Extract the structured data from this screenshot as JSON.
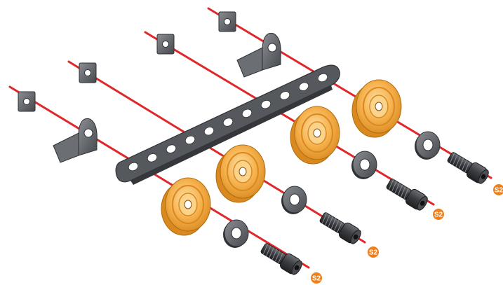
{
  "diagram": {
    "type": "exploded-assembly",
    "colors": {
      "axis_line": "#e0282a",
      "metal_part": "#5a5d62",
      "metal_dark": "#2e3033",
      "pulley_body": "#f3a43a",
      "pulley_light": "#fbd38b",
      "pulley_groove": "#d9891f",
      "badge": "#f07f1a",
      "badge_text": "#ffffff"
    },
    "assemblies": [
      {
        "id": "axle-1",
        "parts": [
          "square-nut",
          "angle-bracket",
          "perforated-strip",
          "pulley-wheel",
          "washer",
          "socket-screw"
        ],
        "screw_label": "S2"
      },
      {
        "id": "axle-2",
        "parts": [
          "square-nut",
          "perforated-strip",
          "pulley-wheel",
          "washer",
          "socket-screw"
        ],
        "screw_label": "S2"
      },
      {
        "id": "axle-3",
        "parts": [
          "square-nut",
          "perforated-strip",
          "pulley-wheel",
          "washer",
          "socket-screw"
        ],
        "screw_label": "S2"
      },
      {
        "id": "axle-4",
        "parts": [
          "square-nut",
          "angle-bracket",
          "perforated-strip",
          "pulley-wheel",
          "washer",
          "socket-screw"
        ],
        "screw_label": "S2"
      }
    ],
    "icons": {
      "nut": "square-nut-icon",
      "bracket": "angle-bracket-icon",
      "strip": "perforated-strip-icon",
      "pulley": "pulley-wheel-icon",
      "washer": "washer-icon",
      "screw": "socket-screw-icon"
    }
  }
}
